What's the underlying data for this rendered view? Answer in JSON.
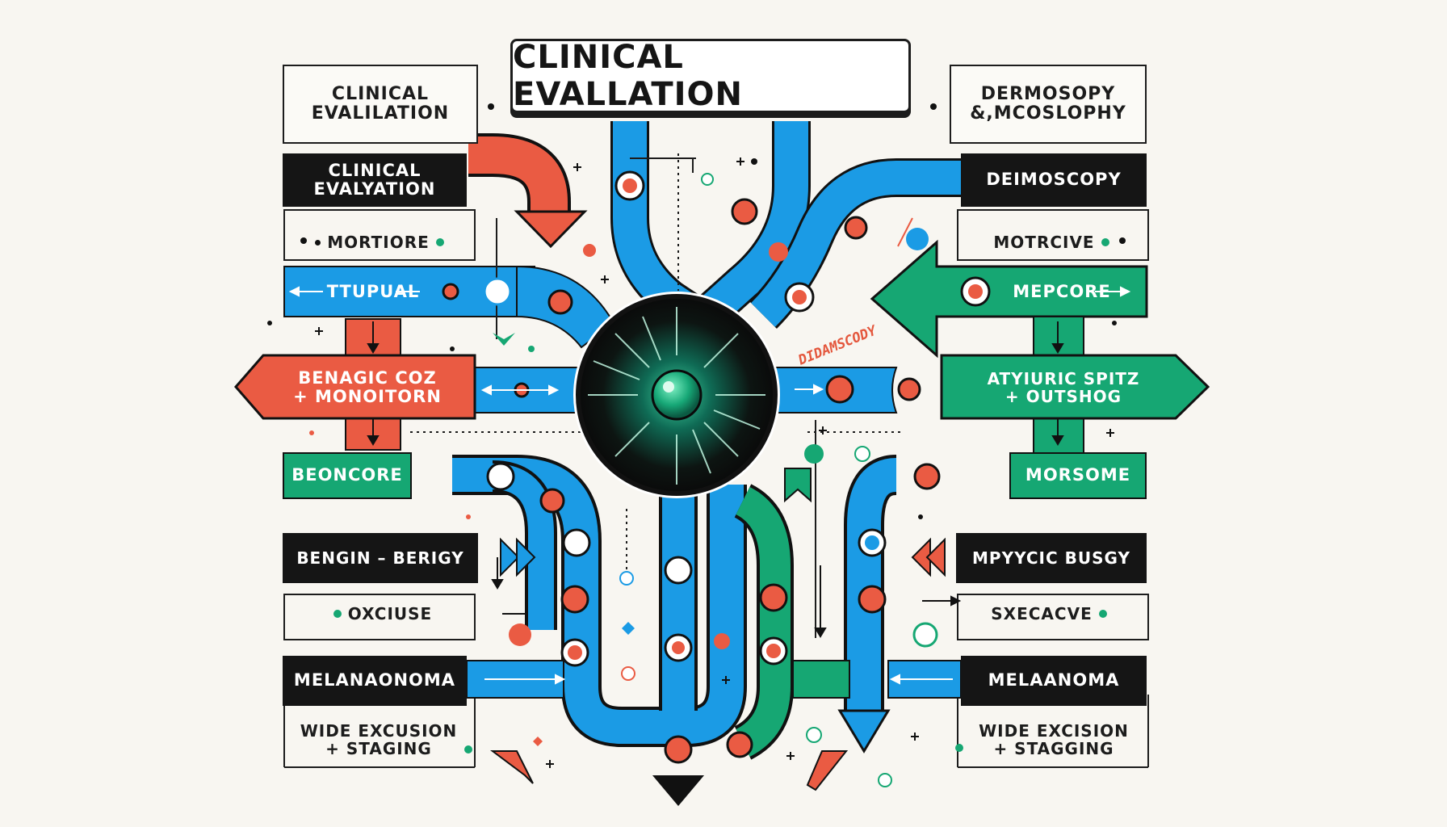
{
  "title": "CLINICAL  EVALLATION",
  "top_left_box": "CLINICAL\nEVALILATION",
  "top_right_box": "DERMOSOPY\n&,MCOSLOPHY",
  "left": {
    "clinical_evaluation": "CLINICAL\nEVALYATION",
    "monitor": "MORTIORE",
    "ttupual": "TTUPUAL",
    "benign_arrow": "BENAGIC COZ\n+ MONOITORN",
    "beoncore": "BEONCORE",
    "benign_biopsy": "BENGIN – BERIGY",
    "excise": "OXCIUSE",
    "melanoma": "MELANAONOMA",
    "wide_excision": "WIDE EXCUSION\n+ STAGING"
  },
  "right": {
    "dermoscopy": "DEIMOSCOPY",
    "motrcive": "MOTRCIVE",
    "mepcore": "MEPCORE",
    "atypical_arrow": "ATYIURIC SPITZ\n+ OUTSHOG",
    "morsome": "MORSOME",
    "biopsy": "MPYYCIC  BUSGY",
    "excise": "SXECACVE",
    "melanoma": "MELAANOMA",
    "wide_excision": "WIDE EXCISION\n+ STAGGING"
  },
  "handwritten_note": "DIDAMSCODY",
  "colors": {
    "blue": "#1b9be5",
    "green": "#16a773",
    "coral": "#ea5b43",
    "dark": "#151515",
    "background": "#f8f6f1"
  },
  "center_icon": "lesion-eye-icon"
}
